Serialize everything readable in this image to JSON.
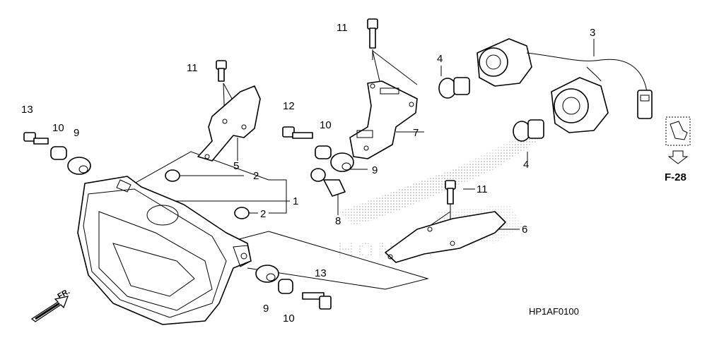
{
  "diagram": {
    "code": "HP1AF0100",
    "direction_label": "FR.",
    "reference_label": "F-28",
    "callouts": {
      "c1": "1",
      "c2a": "2",
      "c2b": "2",
      "c3": "3",
      "c4a": "4",
      "c4b": "4",
      "c5": "5",
      "c6": "6",
      "c7": "7",
      "c8": "8",
      "c9a": "9",
      "c9b": "9",
      "c9c": "9",
      "c10a": "10",
      "c10b": "10",
      "c10c": "10",
      "c11a": "11",
      "c11b": "11",
      "c11c": "11",
      "c12": "12",
      "c13a": "13",
      "c13b": "13"
    }
  },
  "colors": {
    "line": "#000000",
    "watermark": "#c8c8c8",
    "background": "#ffffff"
  }
}
